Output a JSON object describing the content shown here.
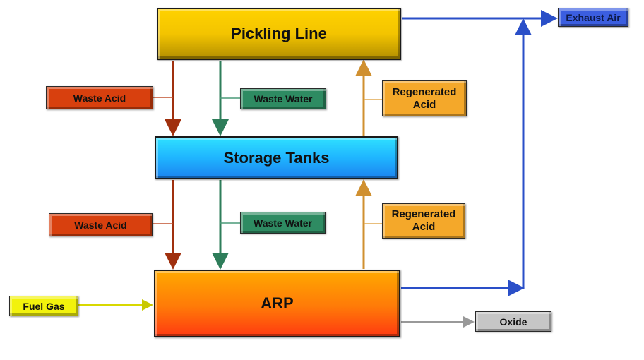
{
  "diagram": {
    "nodes": {
      "pickling_line": "Pickling Line",
      "storage_tanks": "Storage Tanks",
      "arp": "ARP",
      "waste_acid_top": "Waste Acid",
      "waste_water_top": "Waste Water",
      "regenerated_acid_top": [
        "Regenerated",
        "Acid"
      ],
      "waste_acid_bottom": "Waste Acid",
      "waste_water_bottom": "Waste Water",
      "regenerated_acid_bottom": [
        "Regenerated",
        "Acid"
      ],
      "exhaust_air": "Exhaust Air",
      "fuel_gas": "Fuel Gas",
      "oxide": "Oxide"
    },
    "edges": [
      {
        "from": "Pickling Line",
        "to": "Storage Tanks",
        "label": "Waste Acid",
        "color": "#a0300e"
      },
      {
        "from": "Pickling Line",
        "to": "Storage Tanks",
        "label": "Waste Water",
        "color": "#2e7d5a"
      },
      {
        "from": "Storage Tanks",
        "to": "Pickling Line",
        "label": "Regenerated Acid",
        "color": "#d09030"
      },
      {
        "from": "Storage Tanks",
        "to": "ARP",
        "label": "Waste Acid",
        "color": "#a0300e"
      },
      {
        "from": "Storage Tanks",
        "to": "ARP",
        "label": "Waste Water",
        "color": "#2e7d5a"
      },
      {
        "from": "ARP",
        "to": "Storage Tanks",
        "label": "Regenerated Acid",
        "color": "#d09030"
      },
      {
        "from": "Fuel Gas",
        "to": "ARP",
        "label": "",
        "color": "#d8d800"
      },
      {
        "from": "ARP",
        "to": "Oxide",
        "label": "",
        "color": "#999999"
      },
      {
        "from": "ARP",
        "to": "Exhaust Air",
        "label": "",
        "color": "#2a4fc8"
      },
      {
        "from": "Pickling Line",
        "to": "Exhaust Air",
        "label": "",
        "color": "#2a4fc8"
      }
    ]
  }
}
